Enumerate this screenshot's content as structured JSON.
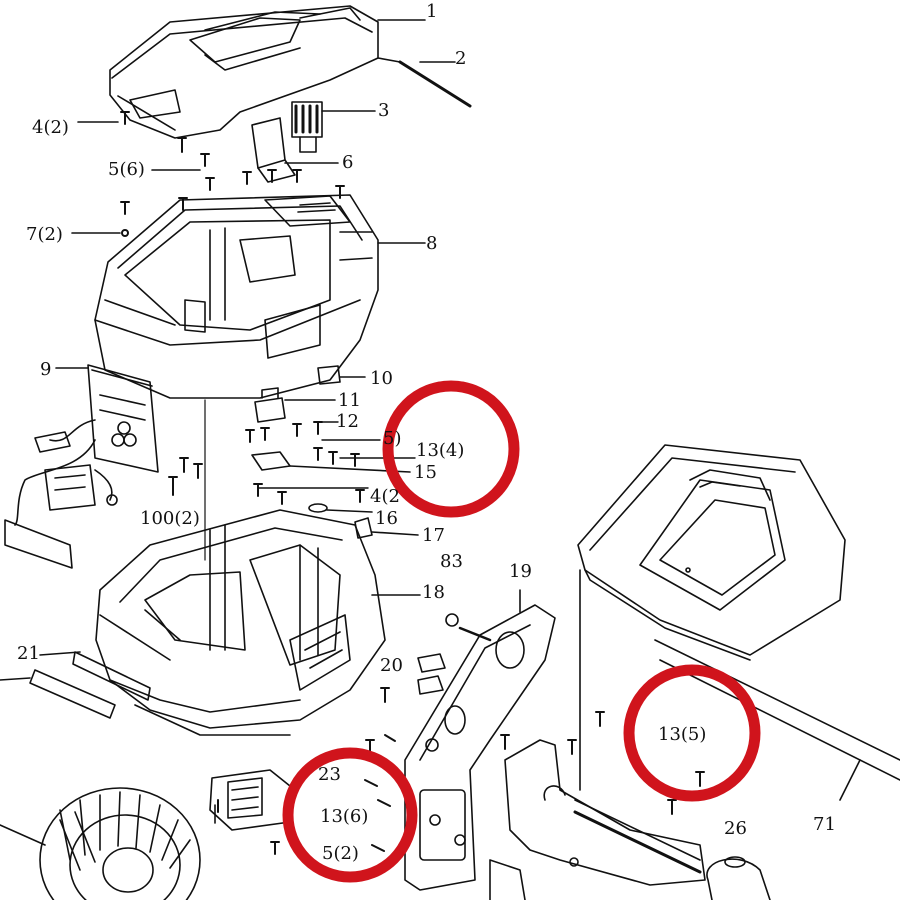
{
  "labels": {
    "p1": "1",
    "p2": "2",
    "p3": "3",
    "p4a": "4(2)",
    "p5a": "5(6)",
    "p6": "6",
    "p7": "7(2)",
    "p8": "8",
    "p9": "9",
    "p10": "10",
    "p11": "11",
    "p12": "12",
    "p15a": "5)",
    "p15": "15",
    "p4b": "4(2",
    "p16": "16",
    "p100": "100(2)",
    "p17": "17",
    "p83": "83",
    "p19": "19",
    "p18": "18",
    "p21": "21",
    "p20": "20",
    "p23": "23",
    "p5b": "5(2)",
    "p26": "26",
    "p71": "71"
  },
  "callouts": {
    "c1": "13(4)",
    "c2": "13(5)",
    "c3": "13(6)"
  },
  "colors": {
    "ink": "#111111",
    "highlight": "#d0141c"
  }
}
